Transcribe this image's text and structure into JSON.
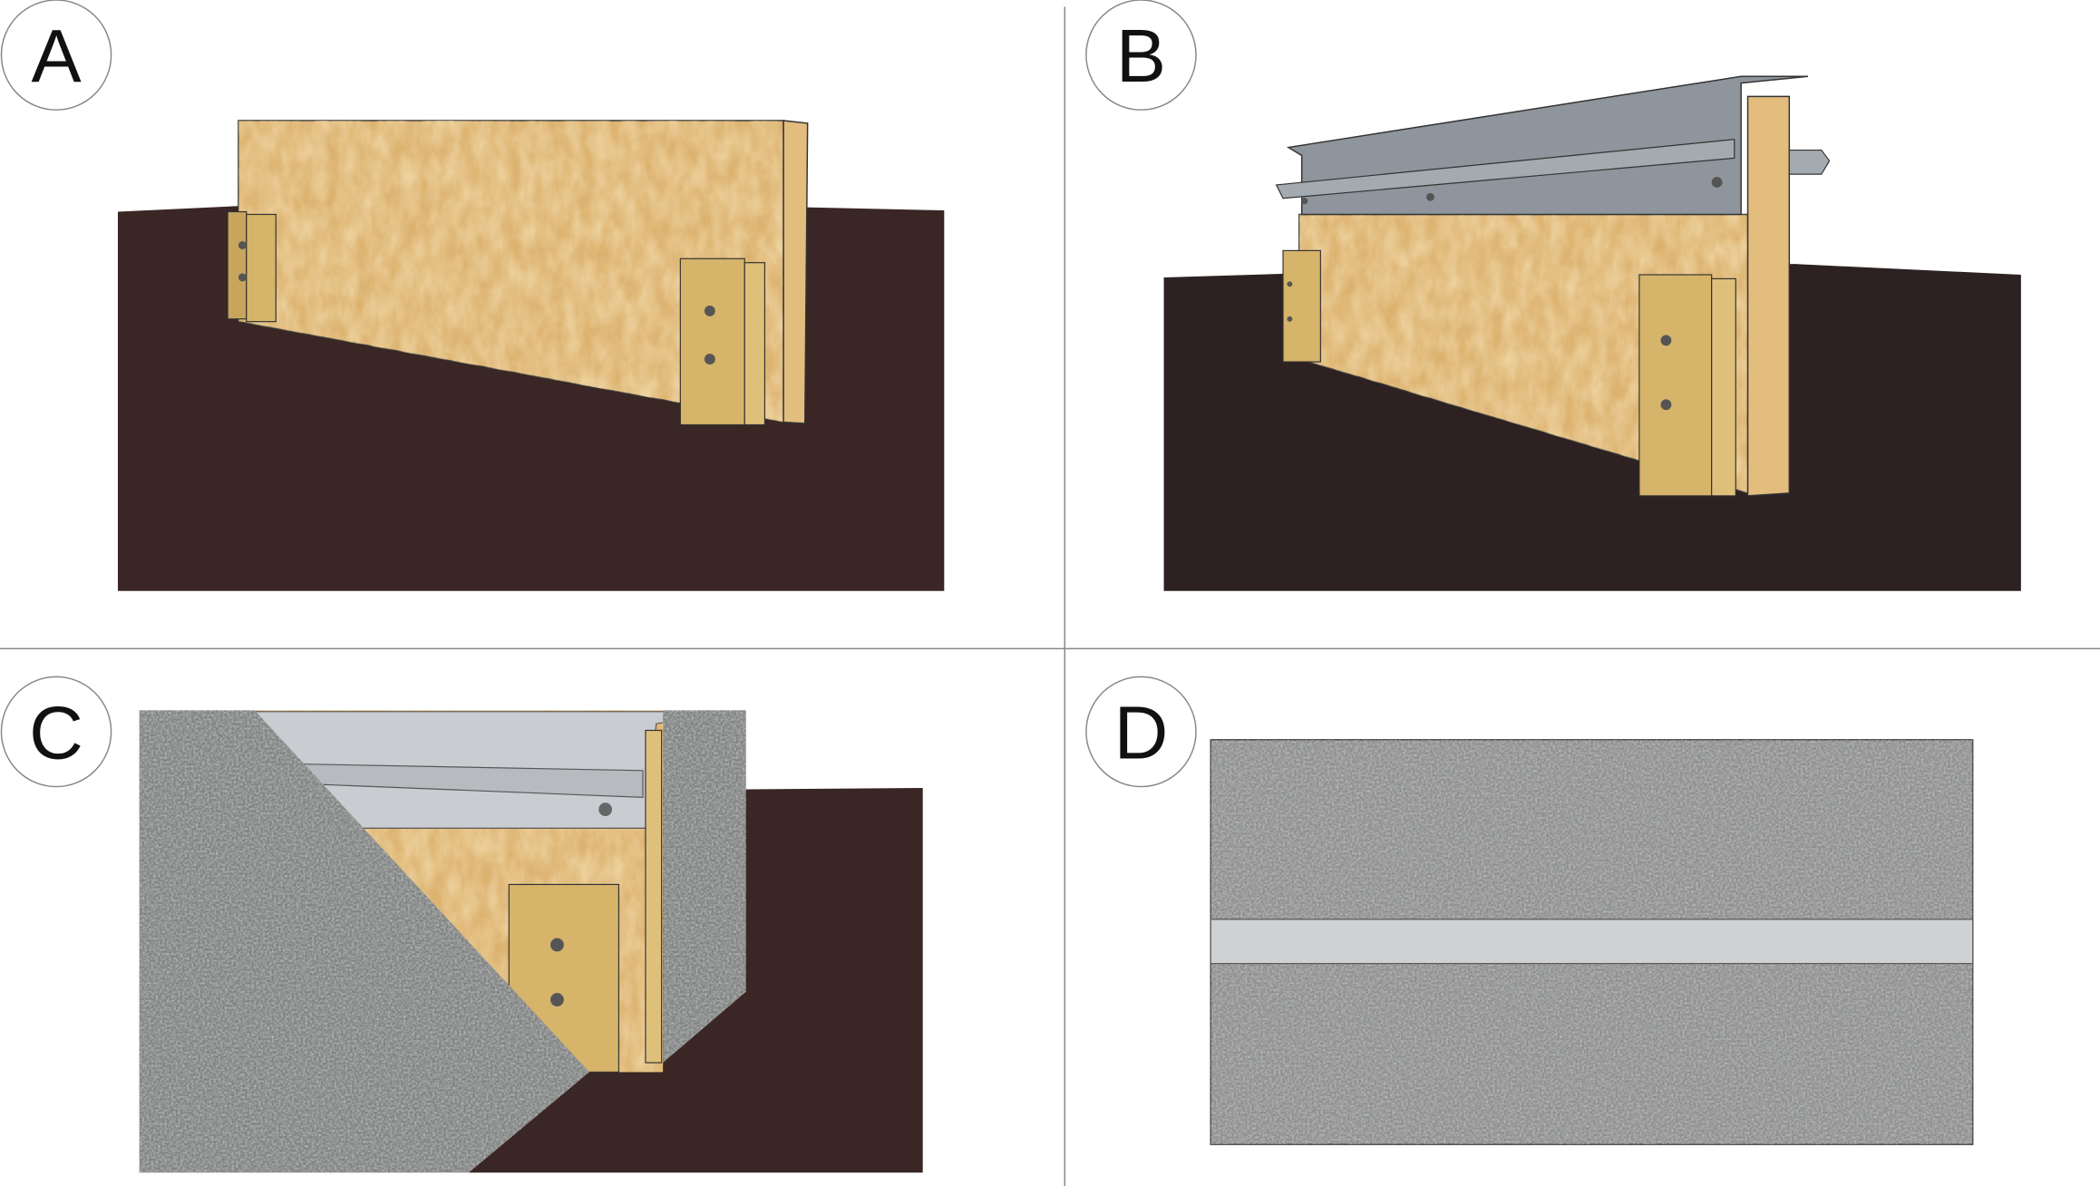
{
  "panels": [
    {
      "label": "A"
    },
    {
      "label": "B"
    },
    {
      "label": "C"
    },
    {
      "label": "D"
    }
  ],
  "colors": {
    "soil": "#3a2624",
    "osb": "#dcb26f",
    "timber": "#d6b46a",
    "rail": "#8e959c",
    "concrete": "#8d8f8e",
    "joint": "#cfd1d3",
    "divider": "#888888"
  }
}
